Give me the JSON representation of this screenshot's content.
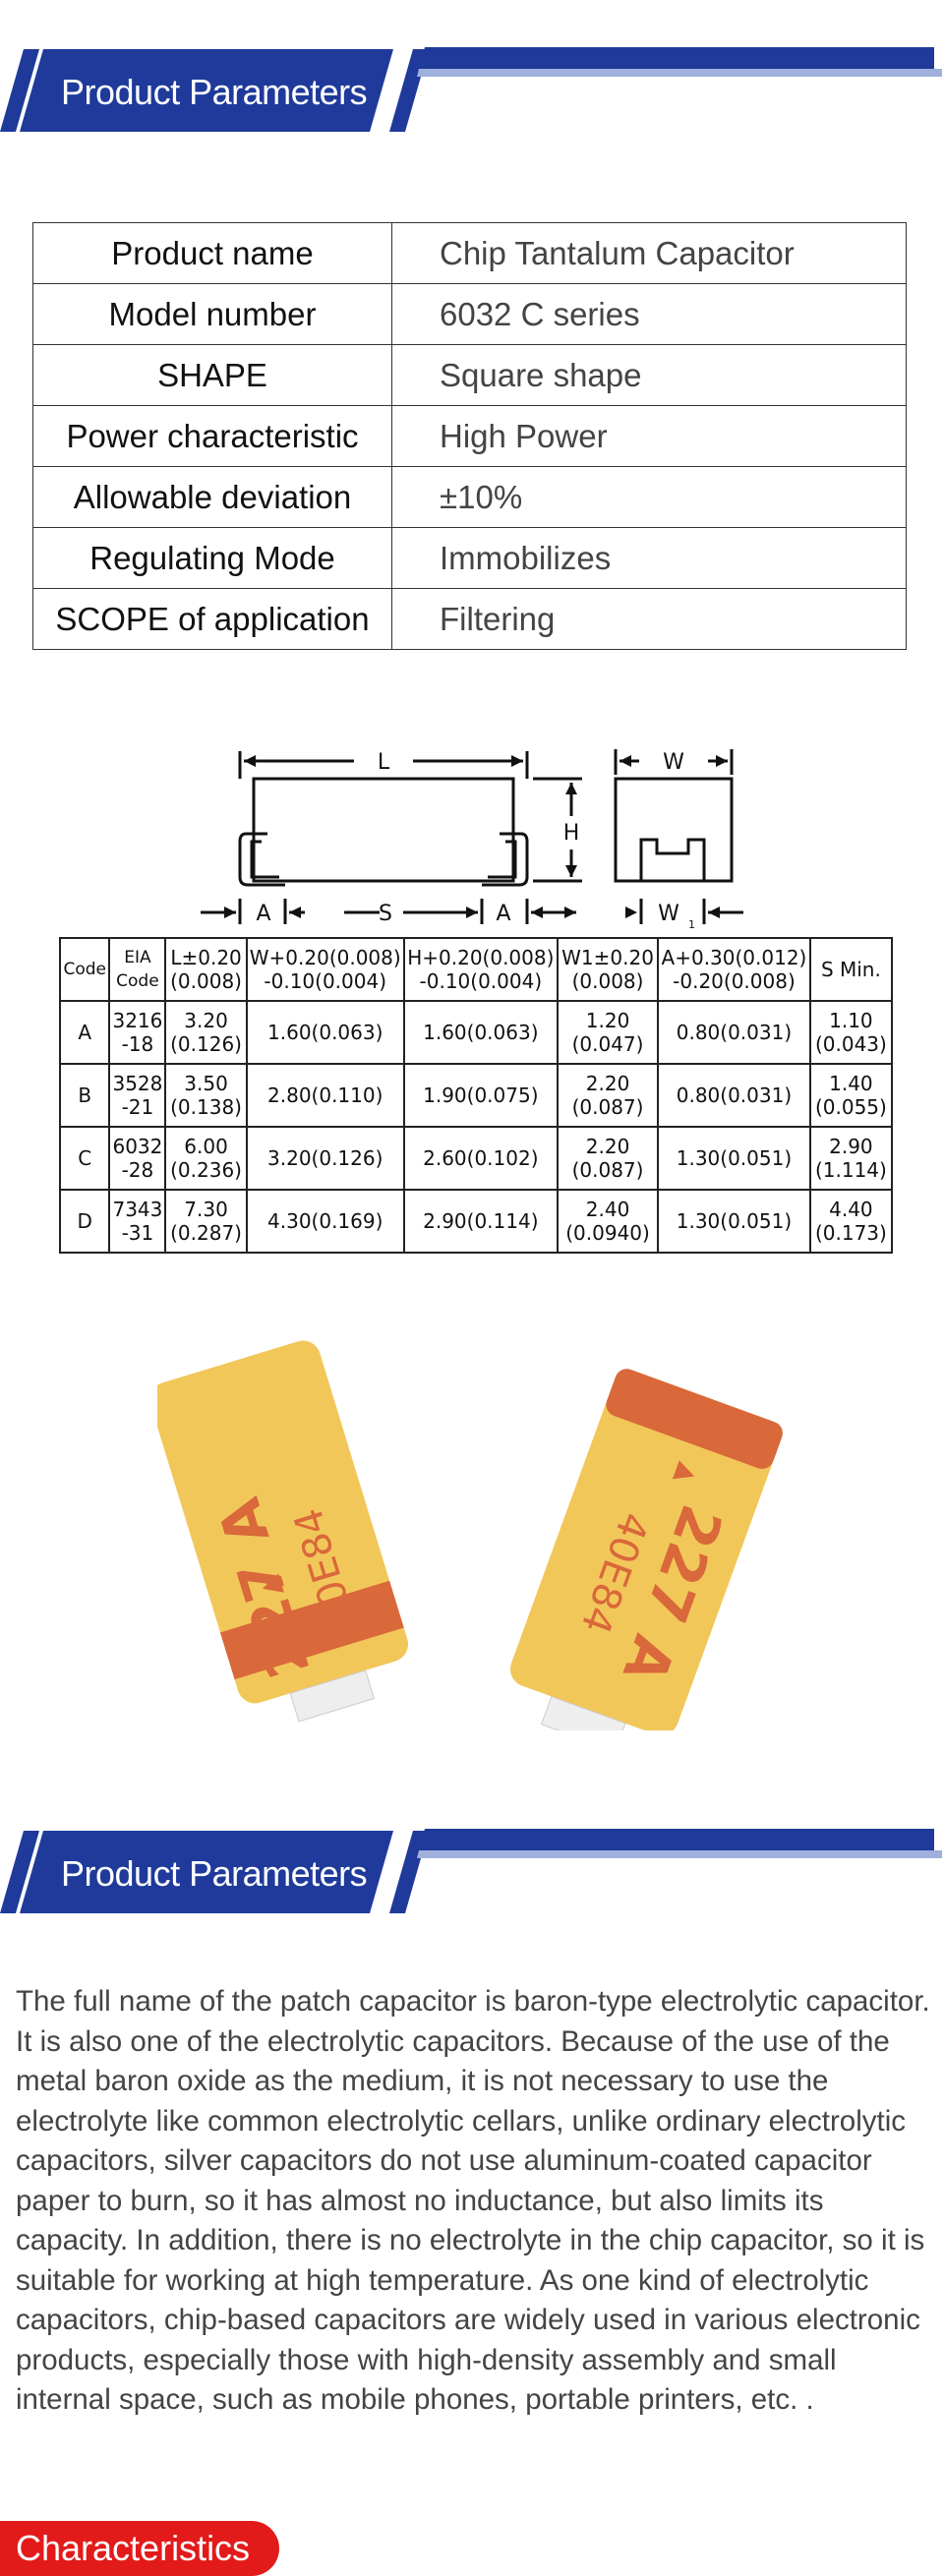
{
  "banner_top": {
    "title": "Product Parameters"
  },
  "params": [
    {
      "key": "Product name",
      "value": "Chip Tantalum Capacitor"
    },
    {
      "key": "Model number",
      "value": "6032 C series"
    },
    {
      "key": "SHAPE",
      "value": "Square shape"
    },
    {
      "key": "Power characteristic",
      "value": "High Power"
    },
    {
      "key": "Allowable deviation",
      "value": "±10%"
    },
    {
      "key": "Regulating Mode",
      "value": "Immobilizes"
    },
    {
      "key": "SCOPE of application",
      "value": "Filtering"
    }
  ],
  "diagram": {
    "labels": {
      "L": "L",
      "W": "W",
      "H": "H",
      "A": "A",
      "S": "S",
      "W1": "W",
      "W1_sub": "1"
    }
  },
  "dim_table": {
    "headers": [
      {
        "l1": "Code",
        "l2": ""
      },
      {
        "l1": "EIA",
        "l2": "Code"
      },
      {
        "l1": "L±0.20",
        "l2": "(0.008)"
      },
      {
        "l1": "W+0.20(0.008)",
        "l2": "-0.10(0.004)"
      },
      {
        "l1": "H+0.20(0.008)",
        "l2": "-0.10(0.004)"
      },
      {
        "l1": "W1±0.20",
        "l2": "(0.008)"
      },
      {
        "l1": "A+0.30(0.012)",
        "l2": "-0.20(0.008)"
      },
      {
        "l1": "S Min.",
        "l2": ""
      }
    ],
    "rows": [
      [
        {
          "l1": "A",
          "l2": ""
        },
        {
          "l1": "3216",
          "l2": "-18"
        },
        {
          "l1": "3.20",
          "l2": "(0.126)"
        },
        {
          "l1": "1.60(0.063)",
          "l2": ""
        },
        {
          "l1": "1.60(0.063)",
          "l2": ""
        },
        {
          "l1": "1.20",
          "l2": "(0.047)"
        },
        {
          "l1": "0.80(0.031)",
          "l2": ""
        },
        {
          "l1": "1.10",
          "l2": "(0.043)"
        }
      ],
      [
        {
          "l1": "B",
          "l2": ""
        },
        {
          "l1": "3528",
          "l2": "-21"
        },
        {
          "l1": "3.50",
          "l2": "(0.138)"
        },
        {
          "l1": "2.80(0.110)",
          "l2": ""
        },
        {
          "l1": "1.90(0.075)",
          "l2": ""
        },
        {
          "l1": "2.20",
          "l2": "(0.087)"
        },
        {
          "l1": "0.80(0.031)",
          "l2": ""
        },
        {
          "l1": "1.40",
          "l2": "(0.055)"
        }
      ],
      [
        {
          "l1": "C",
          "l2": ""
        },
        {
          "l1": "6032",
          "l2": "-28"
        },
        {
          "l1": "6.00",
          "l2": "(0.236)"
        },
        {
          "l1": "3.20(0.126)",
          "l2": ""
        },
        {
          "l1": "2.60(0.102)",
          "l2": ""
        },
        {
          "l1": "2.20",
          "l2": "(0.087)"
        },
        {
          "l1": "1.30(0.051)",
          "l2": ""
        },
        {
          "l1": "2.90",
          "l2": "(1.114)"
        }
      ],
      [
        {
          "l1": "D",
          "l2": ""
        },
        {
          "l1": "7343",
          "l2": "-31"
        },
        {
          "l1": "7.30",
          "l2": "(0.287)"
        },
        {
          "l1": "4.30(0.169)",
          "l2": ""
        },
        {
          "l1": "2.90(0.114)",
          "l2": ""
        },
        {
          "l1": "2.40",
          "l2": "(0.0940)"
        },
        {
          "l1": "1.30(0.051)",
          "l2": ""
        },
        {
          "l1": "4.40",
          "l2": "(0.173)"
        }
      ]
    ]
  },
  "product_image": {
    "marking_line1": "227 A",
    "marking_line2": "40E84",
    "body_color": "#f2c75a",
    "band_color": "#d9683a"
  },
  "banner_mid": {
    "title": "Product Parameters"
  },
  "description": "The full name of the patch capacitor is baron-type electrolytic capacitor. It is also one of the electrolytic capacitors. Because of the use of the metal baron oxide as the medium, it is not necessary to use the electrolyte like common electrolytic cellars, unlike ordinary electrolytic capacitors, silver capacitors do not use aluminum-coated capacitor paper to burn, so it has almost no inductance, but also limits its capacity. In addition, there is no electrolyte in the chip capacitor, so it is suitable for working at high temperature. As one kind of electrolytic capacitors, chip-based capacitors are widely used in various electronic products, especially those with high-density assembly and small internal space, such as mobile phones, portable printers, etc. .",
  "characteristics_badge": "Characteristics",
  "colors": {
    "banner_blue": "#1f3a9a",
    "banner_stripe": "#9fb0dd",
    "badge_red": "#e31a1a"
  }
}
